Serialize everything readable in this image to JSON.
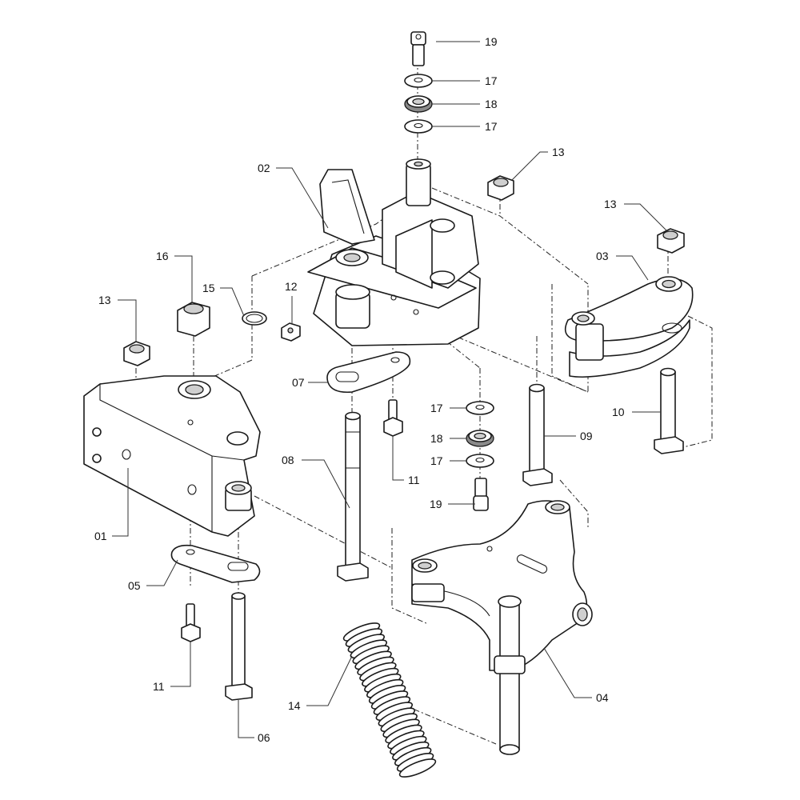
{
  "callouts": [
    {
      "id": "p19a",
      "label": "19"
    },
    {
      "id": "p17a",
      "label": "17"
    },
    {
      "id": "p18a",
      "label": "18"
    },
    {
      "id": "p17b",
      "label": "17"
    },
    {
      "id": "p13a",
      "label": "13"
    },
    {
      "id": "p02",
      "label": "02"
    },
    {
      "id": "p13b",
      "label": "13"
    },
    {
      "id": "p03",
      "label": "03"
    },
    {
      "id": "p16",
      "label": "16"
    },
    {
      "id": "p15",
      "label": "15"
    },
    {
      "id": "p12",
      "label": "12"
    },
    {
      "id": "p13c",
      "label": "13"
    },
    {
      "id": "p07",
      "label": "07"
    },
    {
      "id": "p17c",
      "label": "17"
    },
    {
      "id": "p18b",
      "label": "18"
    },
    {
      "id": "p17d",
      "label": "17"
    },
    {
      "id": "p09",
      "label": "09"
    },
    {
      "id": "p10",
      "label": "10"
    },
    {
      "id": "p08",
      "label": "08"
    },
    {
      "id": "p11a",
      "label": "11"
    },
    {
      "id": "p19b",
      "label": "19"
    },
    {
      "id": "p01",
      "label": "01"
    },
    {
      "id": "p05",
      "label": "05"
    },
    {
      "id": "p11b",
      "label": "11"
    },
    {
      "id": "p14",
      "label": "14"
    },
    {
      "id": "p04",
      "label": "04"
    },
    {
      "id": "p06",
      "label": "06"
    }
  ]
}
